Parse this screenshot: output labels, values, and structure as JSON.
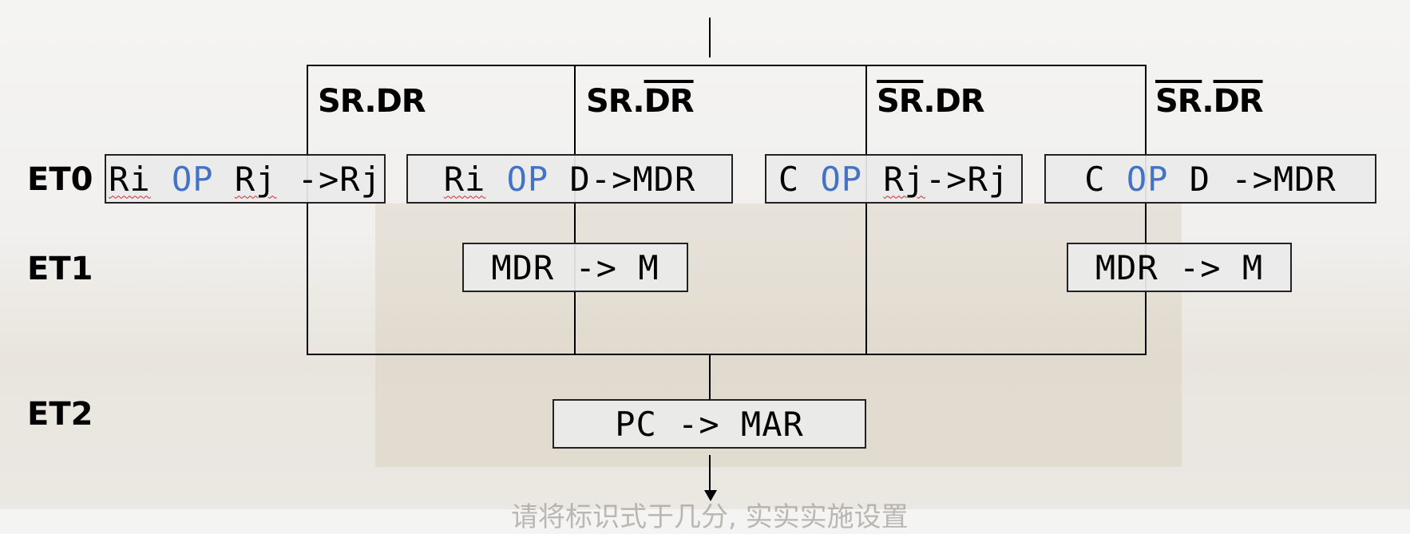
{
  "conditions": [
    {
      "left": "SR",
      "left_bar": false,
      "right": "DR",
      "right_bar": false
    },
    {
      "left": "SR",
      "left_bar": false,
      "right": "DR",
      "right_bar": true
    },
    {
      "left": "SR",
      "left_bar": true,
      "right": "DR",
      "right_bar": false
    },
    {
      "left": "SR",
      "left_bar": true,
      "right": "DR",
      "right_bar": true
    }
  ],
  "row_labels": {
    "et0": "ET0",
    "et1": "ET1",
    "et2": "ET2"
  },
  "operations": {
    "et0_sr_dr": {
      "pre": "Ri",
      "op": "OP",
      "mid": "Rj",
      "post": "->Rj"
    },
    "et0_sr_notdr": {
      "pre": "Ri",
      "op": "OP",
      "post": "D->MDR"
    },
    "et0_notsr_dr": {
      "pre": "C",
      "op": "OP",
      "mid": "Rj",
      "post": "->Rj"
    },
    "et0_notsr_notdr": {
      "pre": "C",
      "op": "OP",
      "post": "D ->MDR"
    },
    "et1_sr_notdr": "MDR -> M",
    "et1_notsr_notdr": "MDR -> M",
    "et2": "PC -> MAR"
  },
  "colors": {
    "keyword": "#4472c4",
    "box_fill": "#ebebeb",
    "line": "#000000"
  },
  "caption": "请将标识式于几分, 实实实施设置"
}
